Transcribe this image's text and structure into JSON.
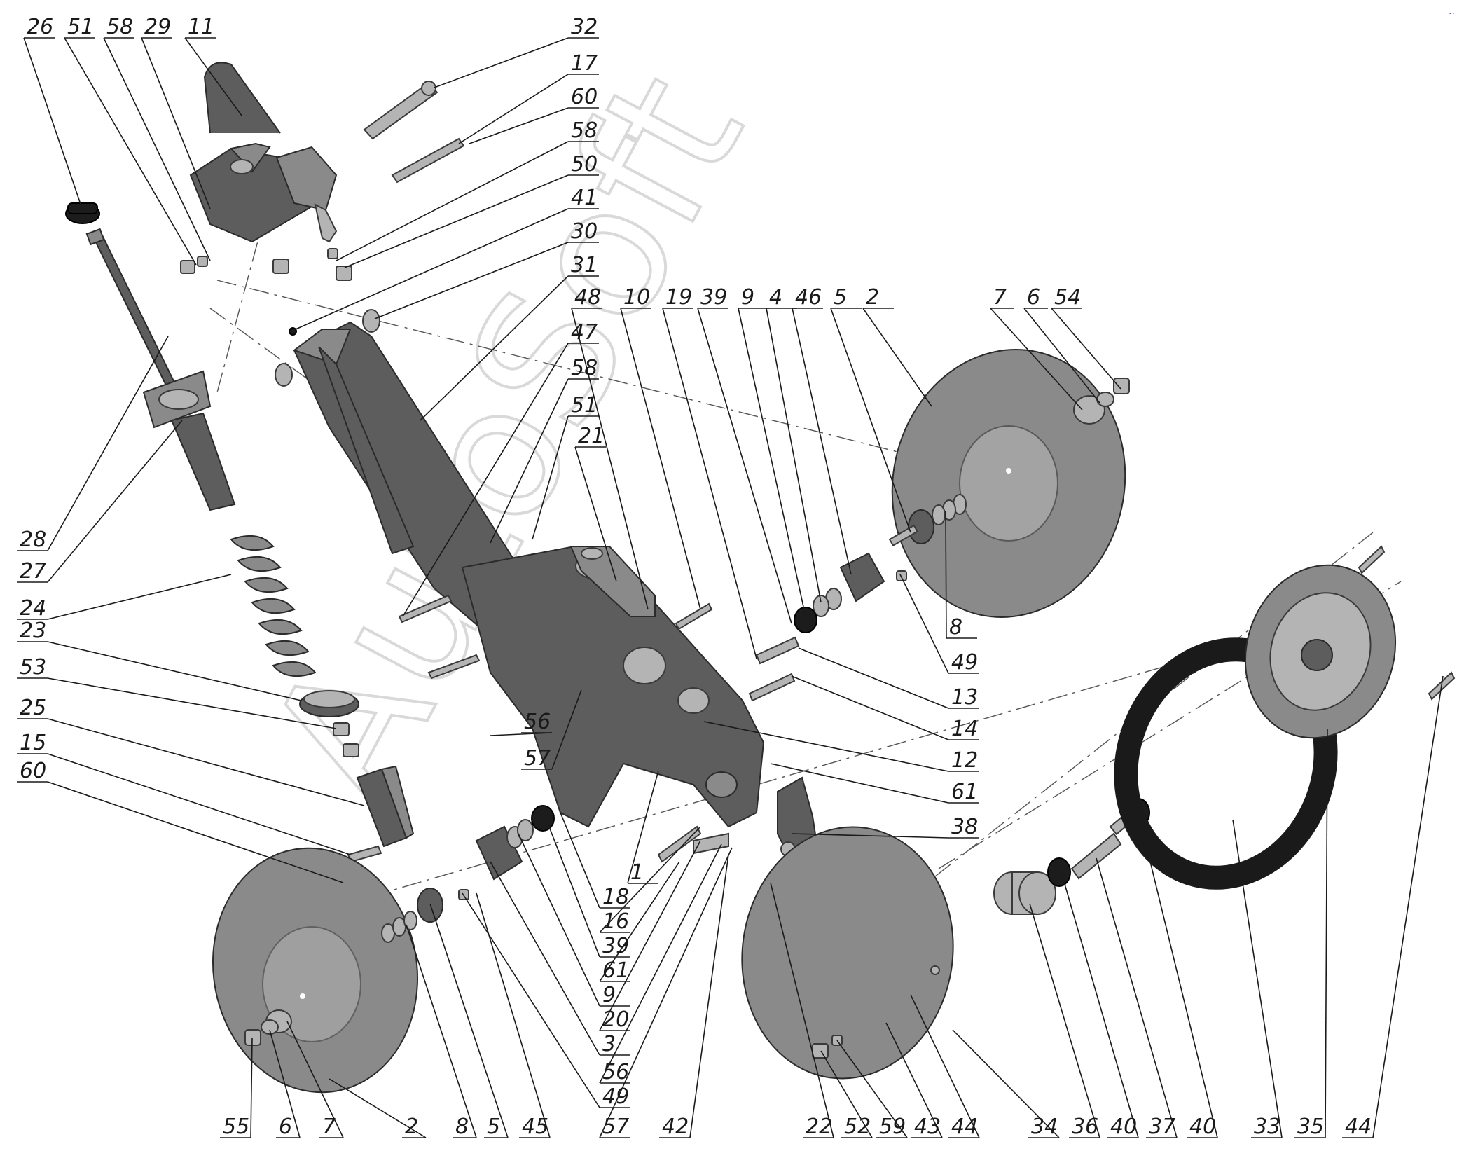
{
  "watermark": "AutoSoft",
  "corner_mark": "..",
  "callouts": [
    {
      "id": "c1",
      "label": "26"
    },
    {
      "id": "c2",
      "label": "51"
    },
    {
      "id": "c3",
      "label": "58"
    },
    {
      "id": "c4",
      "label": "29"
    },
    {
      "id": "c5",
      "label": "11"
    },
    {
      "id": "c6",
      "label": "32"
    },
    {
      "id": "c7",
      "label": "17"
    },
    {
      "id": "c8",
      "label": "60"
    },
    {
      "id": "c9",
      "label": "58"
    },
    {
      "id": "c10",
      "label": "50"
    },
    {
      "id": "c11",
      "label": "41"
    },
    {
      "id": "c12",
      "label": "30"
    },
    {
      "id": "c13",
      "label": "31"
    },
    {
      "id": "c14",
      "label": "48"
    },
    {
      "id": "c15",
      "label": "10"
    },
    {
      "id": "c16",
      "label": "19"
    },
    {
      "id": "c17",
      "label": "39"
    },
    {
      "id": "c18",
      "label": "9"
    },
    {
      "id": "c19",
      "label": "4"
    },
    {
      "id": "c20",
      "label": "46"
    },
    {
      "id": "c21",
      "label": "5"
    },
    {
      "id": "c22",
      "label": "2"
    },
    {
      "id": "c23",
      "label": "7"
    },
    {
      "id": "c24",
      "label": "6"
    },
    {
      "id": "c25",
      "label": "54"
    },
    {
      "id": "c26",
      "label": "47"
    },
    {
      "id": "c27",
      "label": "58"
    },
    {
      "id": "c28",
      "label": "51"
    },
    {
      "id": "c29",
      "label": "21"
    },
    {
      "id": "c30",
      "label": "28"
    },
    {
      "id": "c31",
      "label": "27"
    },
    {
      "id": "c32",
      "label": "24"
    },
    {
      "id": "c33",
      "label": "23"
    },
    {
      "id": "c34",
      "label": "53"
    },
    {
      "id": "c35",
      "label": "25"
    },
    {
      "id": "c36",
      "label": "15"
    },
    {
      "id": "c37",
      "label": "60"
    },
    {
      "id": "c38",
      "label": "8"
    },
    {
      "id": "c39",
      "label": "49"
    },
    {
      "id": "c40",
      "label": "13"
    },
    {
      "id": "c41",
      "label": "14"
    },
    {
      "id": "c42",
      "label": "12"
    },
    {
      "id": "c43",
      "label": "61"
    },
    {
      "id": "c44",
      "label": "38"
    },
    {
      "id": "c45",
      "label": "56"
    },
    {
      "id": "c46",
      "label": "57"
    },
    {
      "id": "c47",
      "label": "1"
    },
    {
      "id": "c48",
      "label": "18"
    },
    {
      "id": "c49",
      "label": "16"
    },
    {
      "id": "c50",
      "label": "39"
    },
    {
      "id": "c51",
      "label": "61"
    },
    {
      "id": "c52",
      "label": "9"
    },
    {
      "id": "c53",
      "label": "20"
    },
    {
      "id": "c54",
      "label": "3"
    },
    {
      "id": "c55",
      "label": "56"
    },
    {
      "id": "c56",
      "label": "49"
    },
    {
      "id": "c57",
      "label": "57"
    },
    {
      "id": "c58",
      "label": "55"
    },
    {
      "id": "c59",
      "label": "6"
    },
    {
      "id": "c60",
      "label": "7"
    },
    {
      "id": "c61",
      "label": "2"
    },
    {
      "id": "c62",
      "label": "8"
    },
    {
      "id": "c63",
      "label": "5"
    },
    {
      "id": "c64",
      "label": "45"
    },
    {
      "id": "c65",
      "label": "42"
    },
    {
      "id": "c66",
      "label": "22"
    },
    {
      "id": "c67",
      "label": "52"
    },
    {
      "id": "c68",
      "label": "59"
    },
    {
      "id": "c69",
      "label": "43"
    },
    {
      "id": "c70",
      "label": "44"
    },
    {
      "id": "c71",
      "label": "34"
    },
    {
      "id": "c72",
      "label": "36"
    },
    {
      "id": "c73",
      "label": "40"
    },
    {
      "id": "c74",
      "label": "37"
    },
    {
      "id": "c75",
      "label": "40"
    },
    {
      "id": "c76",
      "label": "33"
    },
    {
      "id": "c77",
      "label": "35"
    },
    {
      "id": "c78",
      "label": "44"
    }
  ]
}
